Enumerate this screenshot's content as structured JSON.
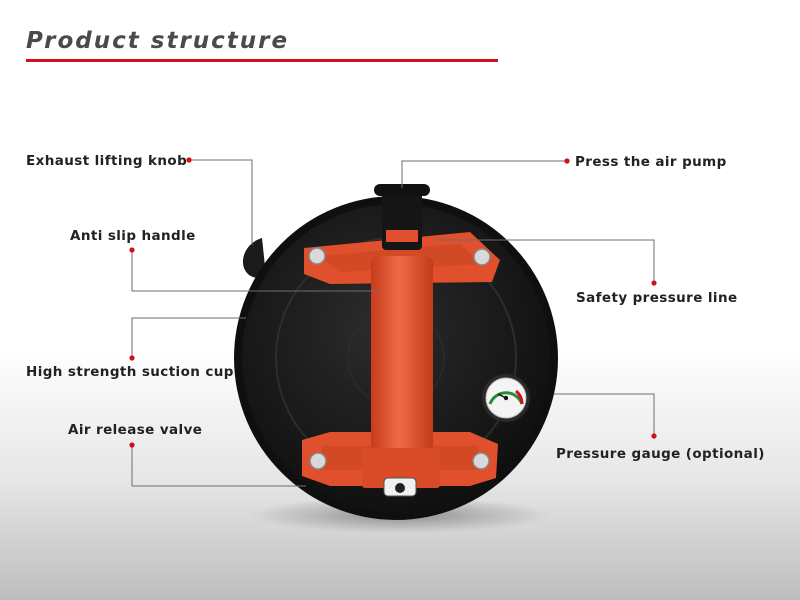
{
  "page": {
    "title": "Product structure"
  },
  "colors": {
    "accent": "#d0101a",
    "leader_line": "#6e6e6e",
    "cup": "#161616",
    "handle": "#e0502c",
    "text": "#222222"
  },
  "labels": {
    "exhaust_lifting_knob": "Exhaust lifting knob",
    "anti_slip_handle": "Anti slip handle",
    "high_strength_suction_cup": "High strength suction cup",
    "air_release_valve": "Air release valve",
    "press_the_air_pump": "Press the air pump",
    "safety_pressure_line": "Safety pressure line",
    "pressure_gauge_optional": "Pressure gauge (optional)"
  }
}
